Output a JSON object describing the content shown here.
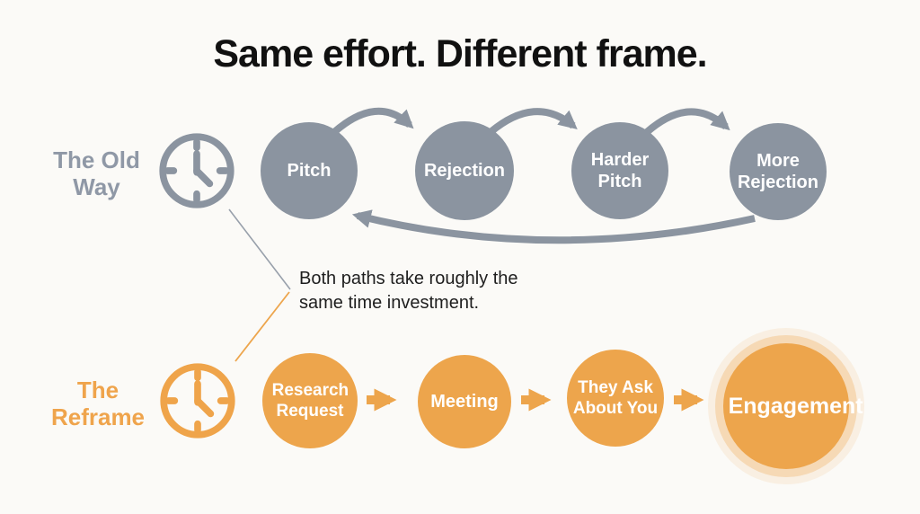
{
  "title": "Same effort. Different frame.",
  "note": {
    "line1": "Both paths take roughly the",
    "line2": "same time investment."
  },
  "old_way": {
    "label": "The Old Way",
    "icon": "clock-icon",
    "steps": [
      "Pitch",
      "Rejection",
      "Harder Pitch",
      "More Rejection"
    ]
  },
  "reframe": {
    "label": "The Reframe",
    "icon": "clock-icon",
    "steps": [
      "Research Request",
      "Meeting",
      "They Ask About You",
      "Engagement"
    ]
  },
  "colors": {
    "gray": "#8b94a0",
    "gray_label": "#8f98a6",
    "orange": "#eda54c",
    "orange_label": "#efa44c",
    "background": "#fbfaf7",
    "title_text": "#111111",
    "note_text": "#1e1e1e",
    "circle_text": "#ffffff"
  }
}
